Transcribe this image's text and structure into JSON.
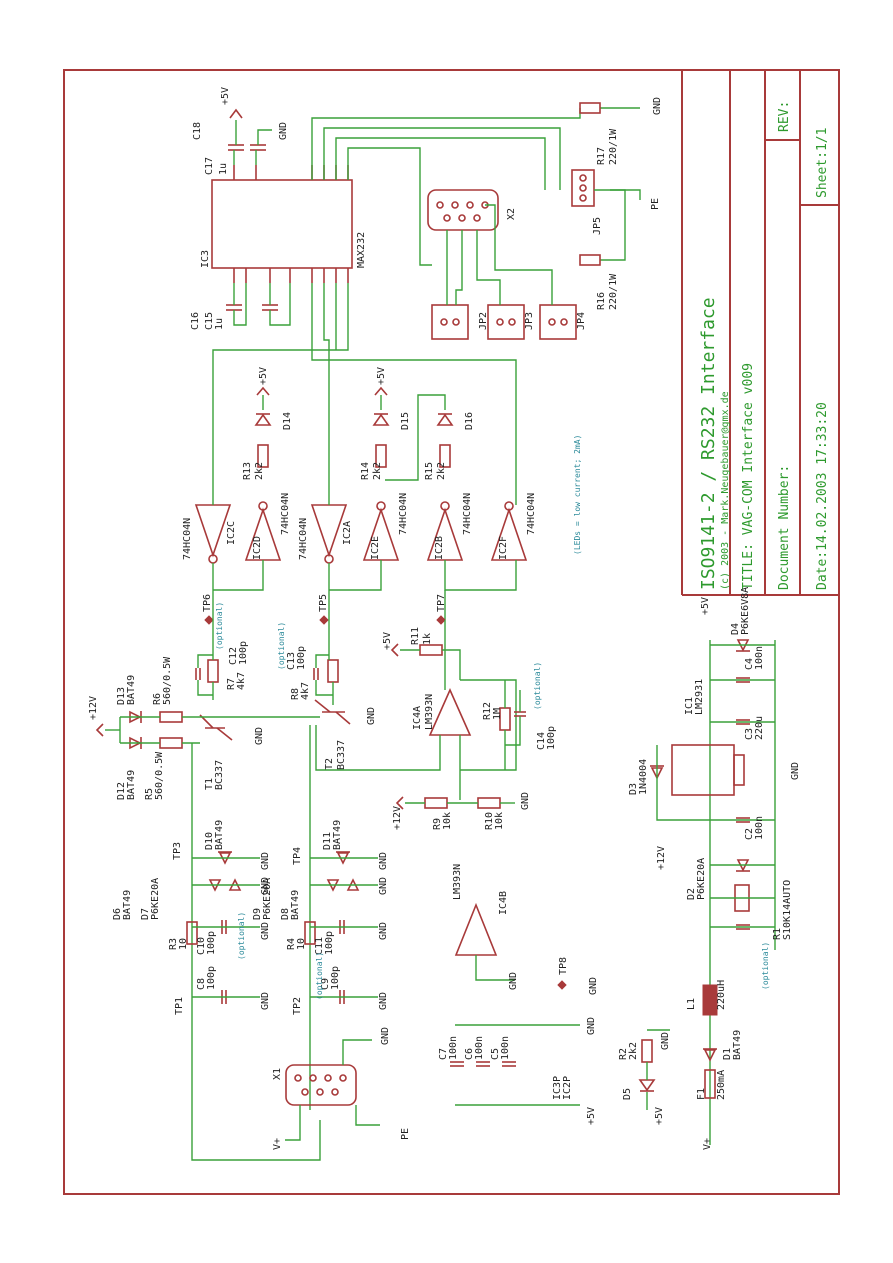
{
  "title_block": {
    "title_line1": "ISO9141-2 / RS232 Interface",
    "copyright": "(c) 2003 - Mark.Neugebauer@gmx.de",
    "title": "TITLE:  VAG-COM Interface v009",
    "doc_number": "Document Number:",
    "rev": "REV:",
    "date": "Date:14.02.2003 17:33:20",
    "sheet": "Sheet:1/1"
  },
  "components": {
    "ic3": "IC3",
    "max232": "MAX232",
    "c15": "C15",
    "c16": "C16",
    "c17": "C17",
    "c18": "C18",
    "c_val": "1u",
    "ic2c": "IC2C",
    "ic2d": "IC2D",
    "ic2a": "IC2A",
    "ic2e": "IC2E",
    "ic2b": "IC2B",
    "ic2f": "IC2F",
    "hc04": "74HC04N",
    "r13": "R13",
    "r14": "R14",
    "r15": "R15",
    "r2k2": "2k2",
    "d14": "D14",
    "d15": "D15",
    "d16": "D16",
    "leds_note": "(LEDs = low current; 2mA)",
    "x2": "X2",
    "jp2": "JP2",
    "jp3": "JP3",
    "jp4": "JP4",
    "jp5": "JP5",
    "r16": "R16",
    "r17": "R17",
    "r220": "220/1W",
    "tp6": "TP6",
    "tp5": "TP5",
    "tp7": "TP7",
    "tp3": "TP3",
    "tp4": "TP4",
    "tp1": "TP1",
    "tp2": "TP2",
    "tp8": "TP8",
    "c12": "C12",
    "c13": "C13",
    "c14": "C14",
    "c100p": "100p",
    "r7": "R7",
    "r8": "R8",
    "r4k7": "4k7",
    "r5": "R5",
    "r6": "R6",
    "r560": "560/0.5W",
    "d12": "D12",
    "d13": "D13",
    "bat49": "BAT49",
    "t1": "T1",
    "t2": "T2",
    "bc337": "BC337",
    "r11": "R11",
    "r1k": "1k",
    "r12": "R12",
    "r1m": "1M",
    "ic4a": "IC4A",
    "ic4b": "IC4B",
    "lm393": "LM393N",
    "r9": "R9",
    "r10": "R10",
    "r10k": "10k",
    "d10": "D10",
    "d11": "D11",
    "d6": "D6",
    "d7": "D7",
    "d8": "D8",
    "d9": "D9",
    "p6ke": "P6KE20A",
    "r3": "R3",
    "r4": "R4",
    "r10ohm": "10",
    "c8": "C8",
    "c9": "C9",
    "c10": "C10",
    "c11": "C11",
    "x1": "X1",
    "c7": "C7",
    "c6": "C6",
    "c5": "C5",
    "c100n": "100n",
    "ic3p": "IC3P",
    "ic2p": "IC2P",
    "ic1": "IC1",
    "lm2931": "LM2931",
    "c3": "C3",
    "c220u": "220u",
    "c4": "C4",
    "c2": "C2",
    "d3": "D3",
    "n4004": "1N4004",
    "d4": "D4",
    "p6ke6v8": "P6KE6V8A",
    "d2": "D2",
    "p6ke20a": "P6KE20A",
    "r1": "R1",
    "s10k": "S10K14AUTO",
    "l1": "L1",
    "l220": "220uH",
    "d1": "D1",
    "f1": "F1",
    "f250": "250mA",
    "r2": "R2",
    "d5": "D5",
    "optional": "(optional)"
  },
  "nets": {
    "plus5v": "+5V",
    "gnd": "GND",
    "plus12v": "+12V",
    "vplus": "V+",
    "pe": "PE"
  },
  "colors": {
    "frame": "#a83a3a",
    "wire": "#3aa13a",
    "title": "#2e9a2e",
    "note": "#2b8a9a"
  }
}
